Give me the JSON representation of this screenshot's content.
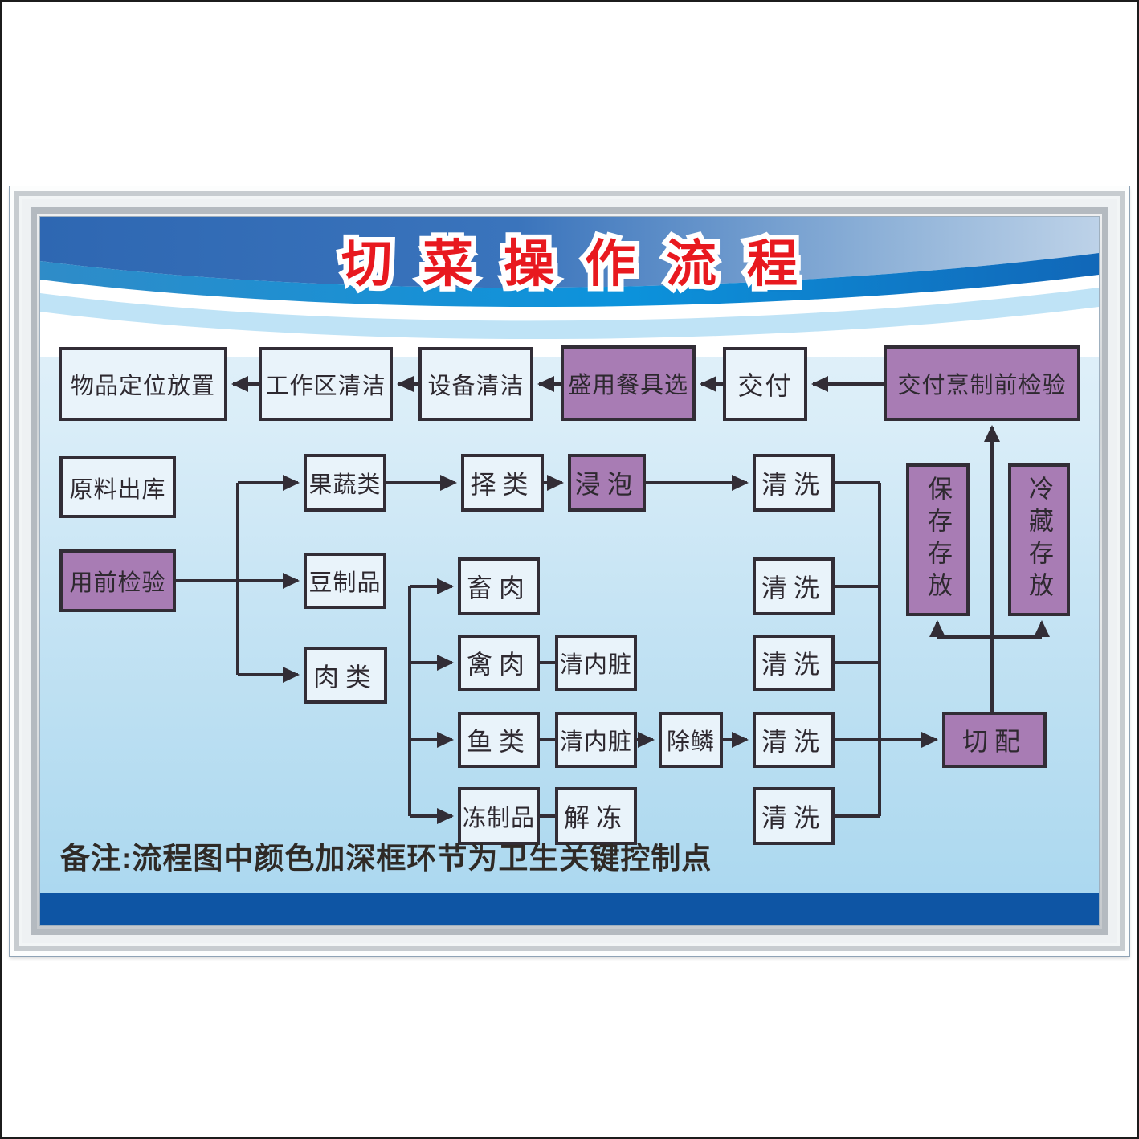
{
  "title": "切菜操作流程",
  "note": "备注:流程图中颜色加深框环节为卫生关键控制点",
  "colors": {
    "highlight_purple": "#a87cb4",
    "box_fill": "#e9f3fa",
    "line_dark": "#322d36",
    "title_red": "#e8191f",
    "banner_blue": "#2e67b2",
    "swoosh_blue": "#0c8fd8",
    "bottom_band_blue": "#0e55a4",
    "background_blue": "#a9d7ef"
  },
  "nodes": {
    "wupin_dingwei": {
      "label": "物品定位放置",
      "highlight": false
    },
    "gongzuoqu_qingjie": {
      "label": "工作区清洁",
      "highlight": false
    },
    "shebei_qingjie": {
      "label": "设备清洁",
      "highlight": false
    },
    "chengyong_canju": {
      "label": "盛用餐具选",
      "highlight": true
    },
    "jiaofu": {
      "label": "交付",
      "highlight": false
    },
    "jiaofu_pengzhi": {
      "label": "交付烹制前检验",
      "highlight": true
    },
    "yuanliao_chuku": {
      "label": "原料出库",
      "highlight": false
    },
    "yongqian_jianyan": {
      "label": "用前检验",
      "highlight": true
    },
    "guoshulei": {
      "label": "果蔬类",
      "highlight": false
    },
    "zelei": {
      "label": "择类",
      "highlight": false
    },
    "jinpao": {
      "label": "浸泡",
      "highlight": true
    },
    "qingxi_1": {
      "label": "清洗",
      "highlight": false
    },
    "douzhipin": {
      "label": "豆制品",
      "highlight": false
    },
    "roulei": {
      "label": "肉类",
      "highlight": false
    },
    "churou": {
      "label": "畜肉",
      "highlight": false
    },
    "qinrou": {
      "label": "禽肉",
      "highlight": false
    },
    "qingneizang_qin": {
      "label": "清内脏",
      "highlight": false
    },
    "yulei": {
      "label": "鱼类",
      "highlight": false
    },
    "qingneizang_yu": {
      "label": "清内脏",
      "highlight": false
    },
    "chulin": {
      "label": "除鳞",
      "highlight": false
    },
    "dongzhipin": {
      "label": "冻制品",
      "highlight": false
    },
    "jiedong": {
      "label": "解冻",
      "highlight": false
    },
    "qingxi_2": {
      "label": "清洗",
      "highlight": false
    },
    "qingxi_3": {
      "label": "清洗",
      "highlight": false
    },
    "qingxi_4": {
      "label": "清洗",
      "highlight": false
    },
    "qingxi_5": {
      "label": "清洗",
      "highlight": false
    },
    "qiepei": {
      "label": "切配",
      "highlight": true
    },
    "baocun_cunfang": {
      "label": "保存存放",
      "highlight": true
    },
    "lengcang_cunfang": {
      "label": "冷藏存放",
      "highlight": true
    }
  }
}
